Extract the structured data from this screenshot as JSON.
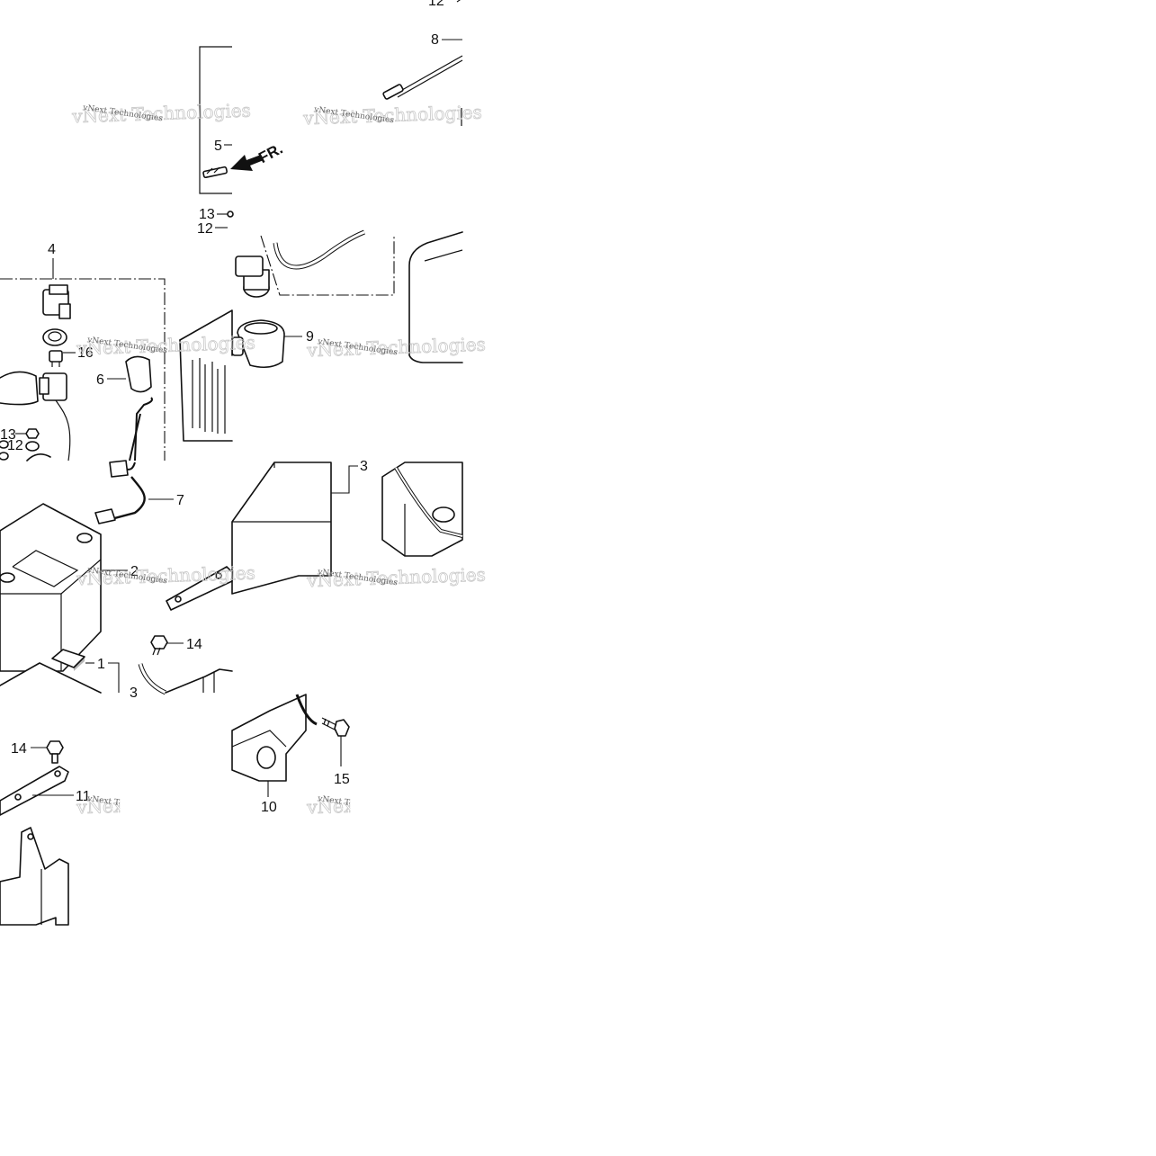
{
  "parts": {
    "p1": "1",
    "p2": "2",
    "p3": "3",
    "p4": "4",
    "p5": "5",
    "p6": "6",
    "p7": "7",
    "p8": "8",
    "p9": "9",
    "p10": "10",
    "p11": "11",
    "p12": "12",
    "p13": "13",
    "p14": "14",
    "p15": "15",
    "p16": "16"
  },
  "direction_label": "FR.",
  "watermark": {
    "line1": "vNext Technologies",
    "line2": "vNext Technologies"
  }
}
